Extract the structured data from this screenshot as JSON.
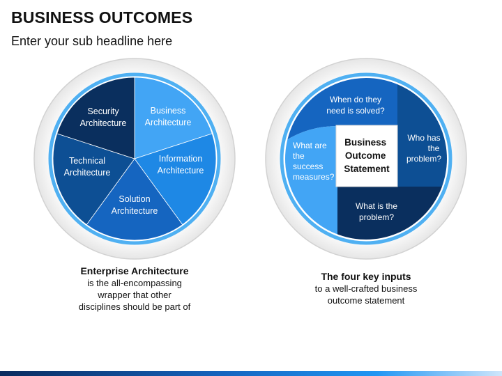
{
  "header": {
    "title": "BUSINESS OUTCOMES",
    "subtitle": "Enter your sub headline here"
  },
  "left_wheel": {
    "segments": [
      {
        "line1": "Business",
        "line2": "Architecture",
        "color": "#42a5f5"
      },
      {
        "line1": "Information",
        "line2": "Architecture",
        "color": "#1e88e5"
      },
      {
        "line1": "Solution",
        "line2": "Architecture",
        "color": "#1565c0"
      },
      {
        "line1": "Technical",
        "line2": "Architecture",
        "color": "#0d4f94"
      },
      {
        "line1": "Security",
        "line2": "Architecture",
        "color": "#0a2f5e"
      }
    ],
    "caption": {
      "head": "Enterprise Architecture",
      "line1": "is the all-encompassing",
      "line2": "wrapper that other",
      "line3": "disciplines should be part of"
    }
  },
  "right_wheel": {
    "center": {
      "line1": "Business",
      "line2": "Outcome",
      "line3": "Statement"
    },
    "top": {
      "line1": "When do they",
      "line2": "need is solved?",
      "color": "#1565c0"
    },
    "right": {
      "line1": "Who has",
      "line2": "the",
      "line3": "problem?",
      "color": "#0d4f94"
    },
    "bottom": {
      "line1": "What is the",
      "line2": "problem?",
      "color": "#0a2f5e"
    },
    "left": {
      "line1": "What are",
      "line2": "the",
      "line3": "success",
      "line4": "measures?",
      "color": "#42a5f5"
    },
    "caption": {
      "head": "The four key inputs",
      "line1": "to a well-crafted business",
      "line2": "outcome statement"
    }
  }
}
